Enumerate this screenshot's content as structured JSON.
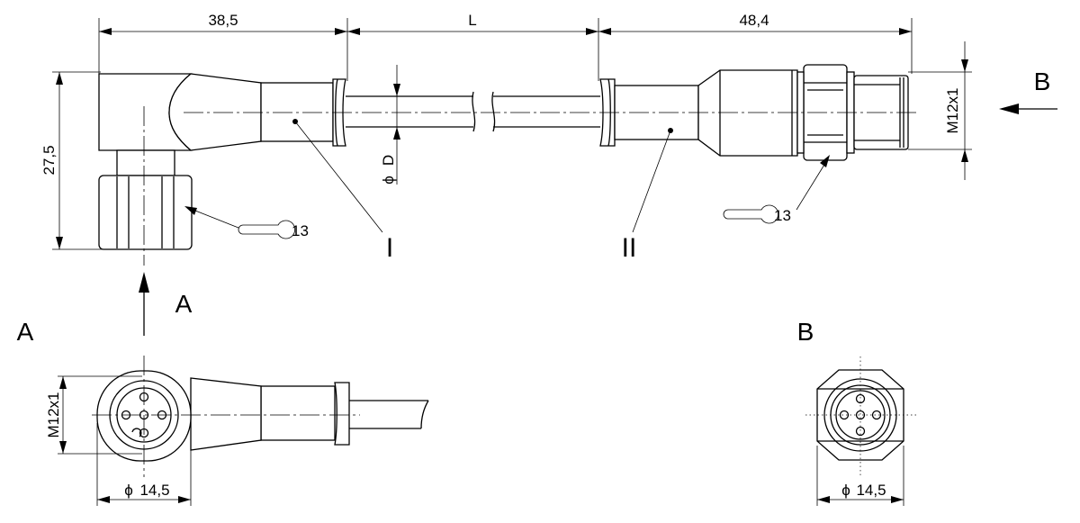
{
  "dimensions": {
    "left_length": "38,5",
    "cable_length": "L",
    "right_length": "48,4",
    "height": "27,5",
    "cable_diameter": "D",
    "diameter_symbol": "ϕ",
    "thread_left_view": "M12x1",
    "thread_right": "M12x1",
    "dia_view_a": "14,5",
    "dia_view_b": "14,5"
  },
  "wrench": {
    "left": "13",
    "right": "13"
  },
  "labels": {
    "part_1": "I",
    "part_2": "II",
    "view_arrow_a": "A",
    "view_arrow_b": "B",
    "view_title_a": "A",
    "view_title_b": "B"
  }
}
